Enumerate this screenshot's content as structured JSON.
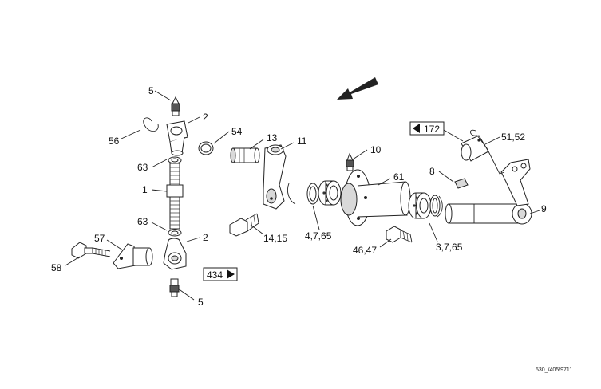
{
  "callouts": [
    {
      "id": "c5_top",
      "text": "5"
    },
    {
      "id": "c2_top",
      "text": "2"
    },
    {
      "id": "c56",
      "text": "56"
    },
    {
      "id": "c63_top",
      "text": "63"
    },
    {
      "id": "c1",
      "text": "1"
    },
    {
      "id": "c63_bot",
      "text": "63"
    },
    {
      "id": "c2_bot",
      "text": "2"
    },
    {
      "id": "c57",
      "text": "57"
    },
    {
      "id": "c58",
      "text": "58"
    },
    {
      "id": "c5_bot",
      "text": "5"
    },
    {
      "id": "c54",
      "text": "54"
    },
    {
      "id": "c13",
      "text": "13"
    },
    {
      "id": "c11",
      "text": "11"
    },
    {
      "id": "c14_15",
      "text": "14,15"
    },
    {
      "id": "c4_7_65",
      "text": "4,7,65"
    },
    {
      "id": "c10",
      "text": "10"
    },
    {
      "id": "c61",
      "text": "61"
    },
    {
      "id": "c46_47",
      "text": "46,47"
    },
    {
      "id": "c8",
      "text": "8"
    },
    {
      "id": "c3_7_65",
      "text": "3,7,65"
    },
    {
      "id": "c9",
      "text": "9"
    },
    {
      "id": "c51_52",
      "text": "51,52"
    }
  ],
  "page_refs": {
    "ref_172": "172",
    "ref_434": "434"
  },
  "footer_code": "530_/405/9711"
}
